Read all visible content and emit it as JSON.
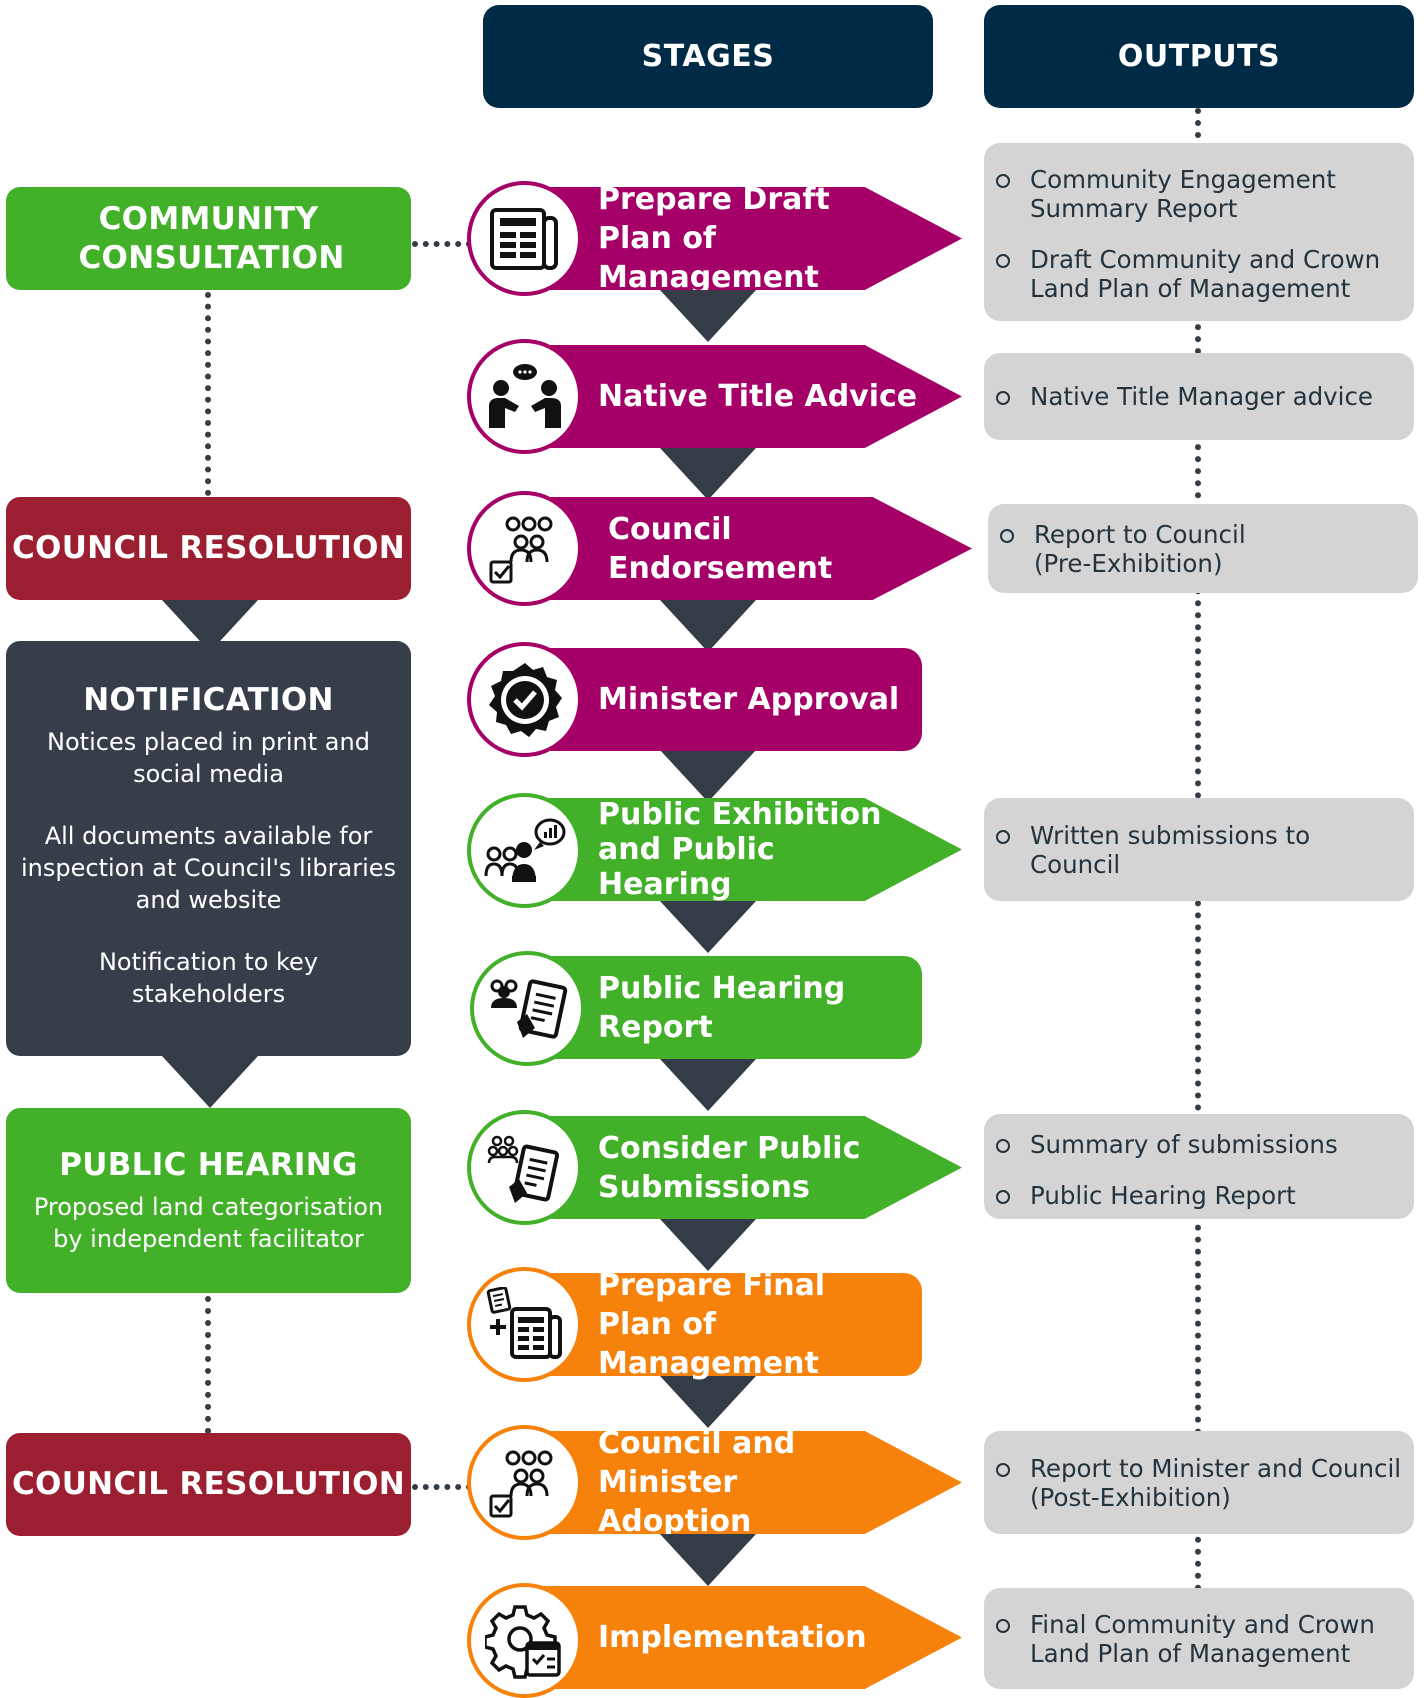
{
  "headers": {
    "stages": "STAGES",
    "outputs": "OUTPUTS"
  },
  "left": {
    "community_consultation": "COMMUNITY CONSULTATION",
    "council_resolution_1": "COUNCIL RESOLUTION",
    "notification": {
      "title": "NOTIFICATION",
      "p1": "Notices placed in print and social media",
      "p2": "All documents available for inspection at Council's libraries and website",
      "p3": "Notification to key stakeholders"
    },
    "public_hearing": {
      "title": "PUBLIC HEARING",
      "p1": "Proposed land categorisation by independent facilitator"
    },
    "council_resolution_2": "COUNCIL RESOLUTION"
  },
  "stages": [
    {
      "label": "Prepare Draft Plan of Management",
      "icon": "newspaper-icon",
      "color": "#a50067"
    },
    {
      "label": "Native Title Advice",
      "icon": "discussion-icon",
      "color": "#a50067"
    },
    {
      "label": "Council Endorsement",
      "icon": "group-check-icon",
      "color": "#a50067"
    },
    {
      "label": "Minister Approval",
      "icon": "approval-badge-icon",
      "color": "#a50067"
    },
    {
      "label": "Public Exhibition and Public Hearing",
      "icon": "public-meeting-icon",
      "color": "#43b02a"
    },
    {
      "label": "Public Hearing Report",
      "icon": "hearing-report-icon",
      "color": "#43b02a"
    },
    {
      "label": "Consider Public Submissions",
      "icon": "submissions-icon",
      "color": "#43b02a"
    },
    {
      "label": "Prepare Final Plan of Management",
      "icon": "add-document-icon",
      "color": "#f7820b"
    },
    {
      "label": "Council and Minister Adoption",
      "icon": "group-check-icon",
      "color": "#f7820b"
    },
    {
      "label": "Implementation",
      "icon": "gear-checklist-icon",
      "color": "#f7820b"
    }
  ],
  "outputs": {
    "o1": [
      "Community Engagement Summary Report",
      "Draft Community and Crown Land Plan of Management"
    ],
    "o2": [
      "Native Title Manager advice"
    ],
    "o3": [
      "Report to Council (Pre-Exhibition)"
    ],
    "o4": [
      "Written submissions to Council"
    ],
    "o5": [
      "Summary of submissions",
      "Public Hearing Report"
    ],
    "o6": [
      "Report to Minister and Council (Post-Exhibition)"
    ],
    "o7": [
      "Final Community and Crown Land Plan of Management"
    ]
  },
  "colors": {
    "navy": "#002b47",
    "magenta": "#a50067",
    "green": "#43b02a",
    "orange": "#f7820b",
    "red": "#9b1e31",
    "charcoal": "#363f49",
    "grey": "#d4d4d4"
  }
}
